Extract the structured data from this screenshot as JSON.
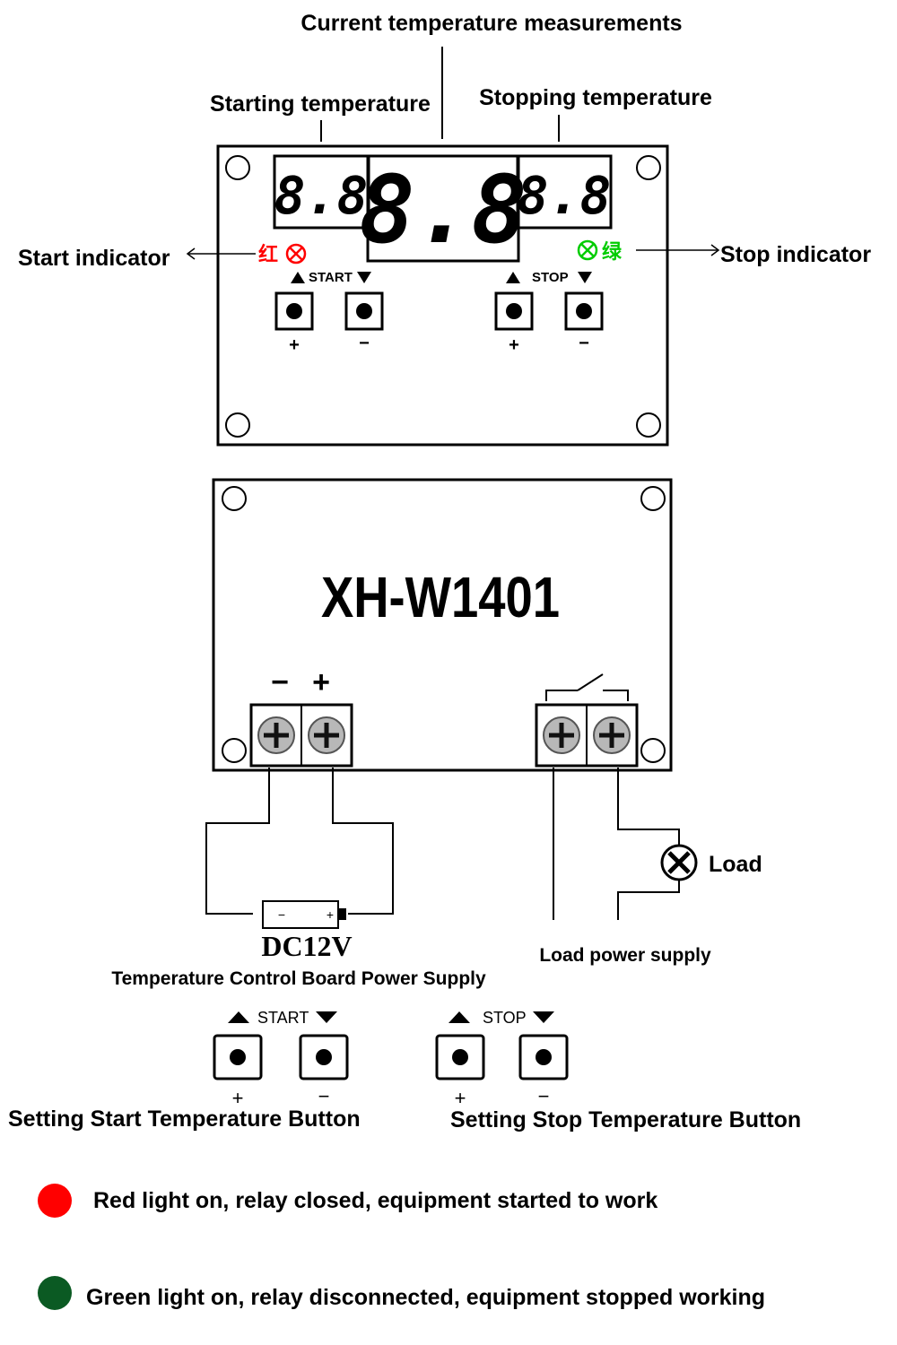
{
  "labels": {
    "current_temp": "Current temperature measurements",
    "starting_temp": "Starting temperature",
    "stopping_temp": "Stopping temperature",
    "start_indicator": "Start indicator",
    "stop_indicator": "Stop indicator",
    "load": "Load",
    "load_power_supply": "Load power supply",
    "board_power_supply": "Temperature Control Board Power Supply",
    "setting_start_button": "Setting Start Temperature Button",
    "setting_stop_button": "Setting Stop Temperature Button"
  },
  "display": {
    "left_digits": "8.8",
    "center_digits": "8.8",
    "right_digits": "8.8",
    "red_char": "红",
    "green_char": "绿",
    "start_label": "START",
    "stop_label": "STOP",
    "plus": "+",
    "minus": "−"
  },
  "board": {
    "model": "XH-W1401",
    "terminal_minus": "−",
    "terminal_plus": "+",
    "dc": "DC12V",
    "battery_minus": "−",
    "battery_plus": "+"
  },
  "buttons_legend": {
    "start_label": "START",
    "stop_label": "STOP",
    "plus": "+",
    "minus": "−"
  },
  "legend": {
    "red_text": "Red light on, relay closed, equipment started to work",
    "green_text": "Green light on, relay disconnected, equipment stopped working"
  },
  "colors": {
    "red": "#ff0000",
    "green": "#00cc00",
    "dark_green": "#0b5a23",
    "screw": "#b8b8b8"
  }
}
